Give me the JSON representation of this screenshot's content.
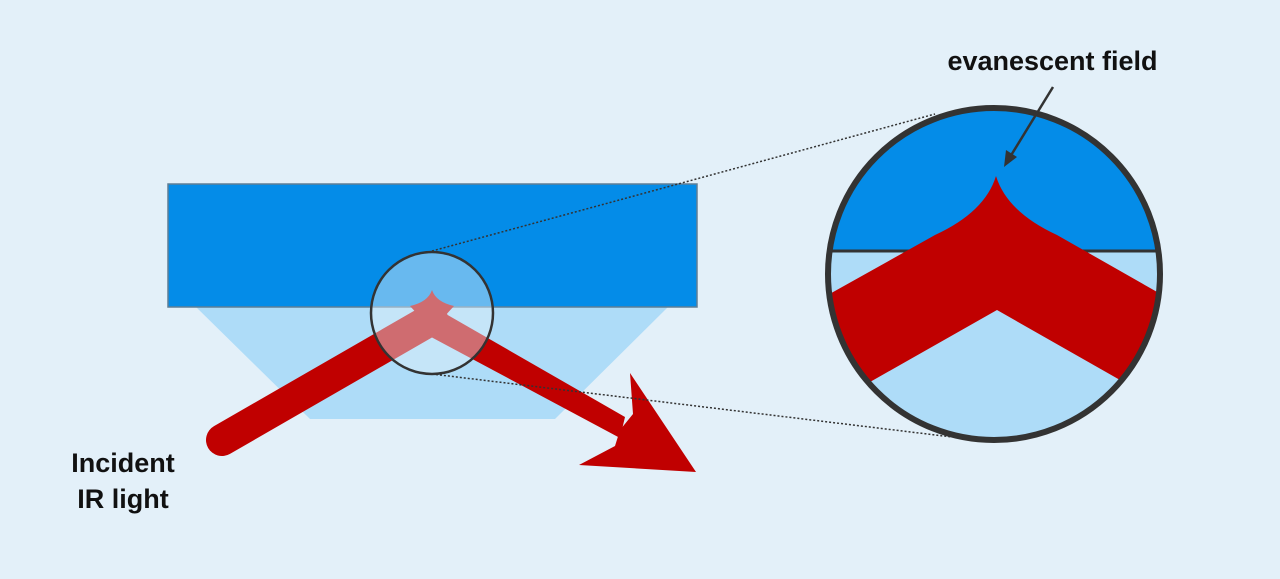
{
  "labels": {
    "incident_line1": "Incident",
    "incident_line2": "IR light",
    "evanescent": "evanescent field"
  },
  "colors": {
    "background": "#e3f0f9",
    "prism_top": "#048ce8",
    "prism_bottom": "#aedcf8",
    "beam": "#c00000",
    "outline": "#333333"
  },
  "elements": {
    "prism": "prism / crystal block",
    "beam": "red IR beam with total internal reflection",
    "magnifier_small": "magnifier circle at reflection point",
    "magnifier_large": "zoomed-in view of the evanescent field"
  }
}
